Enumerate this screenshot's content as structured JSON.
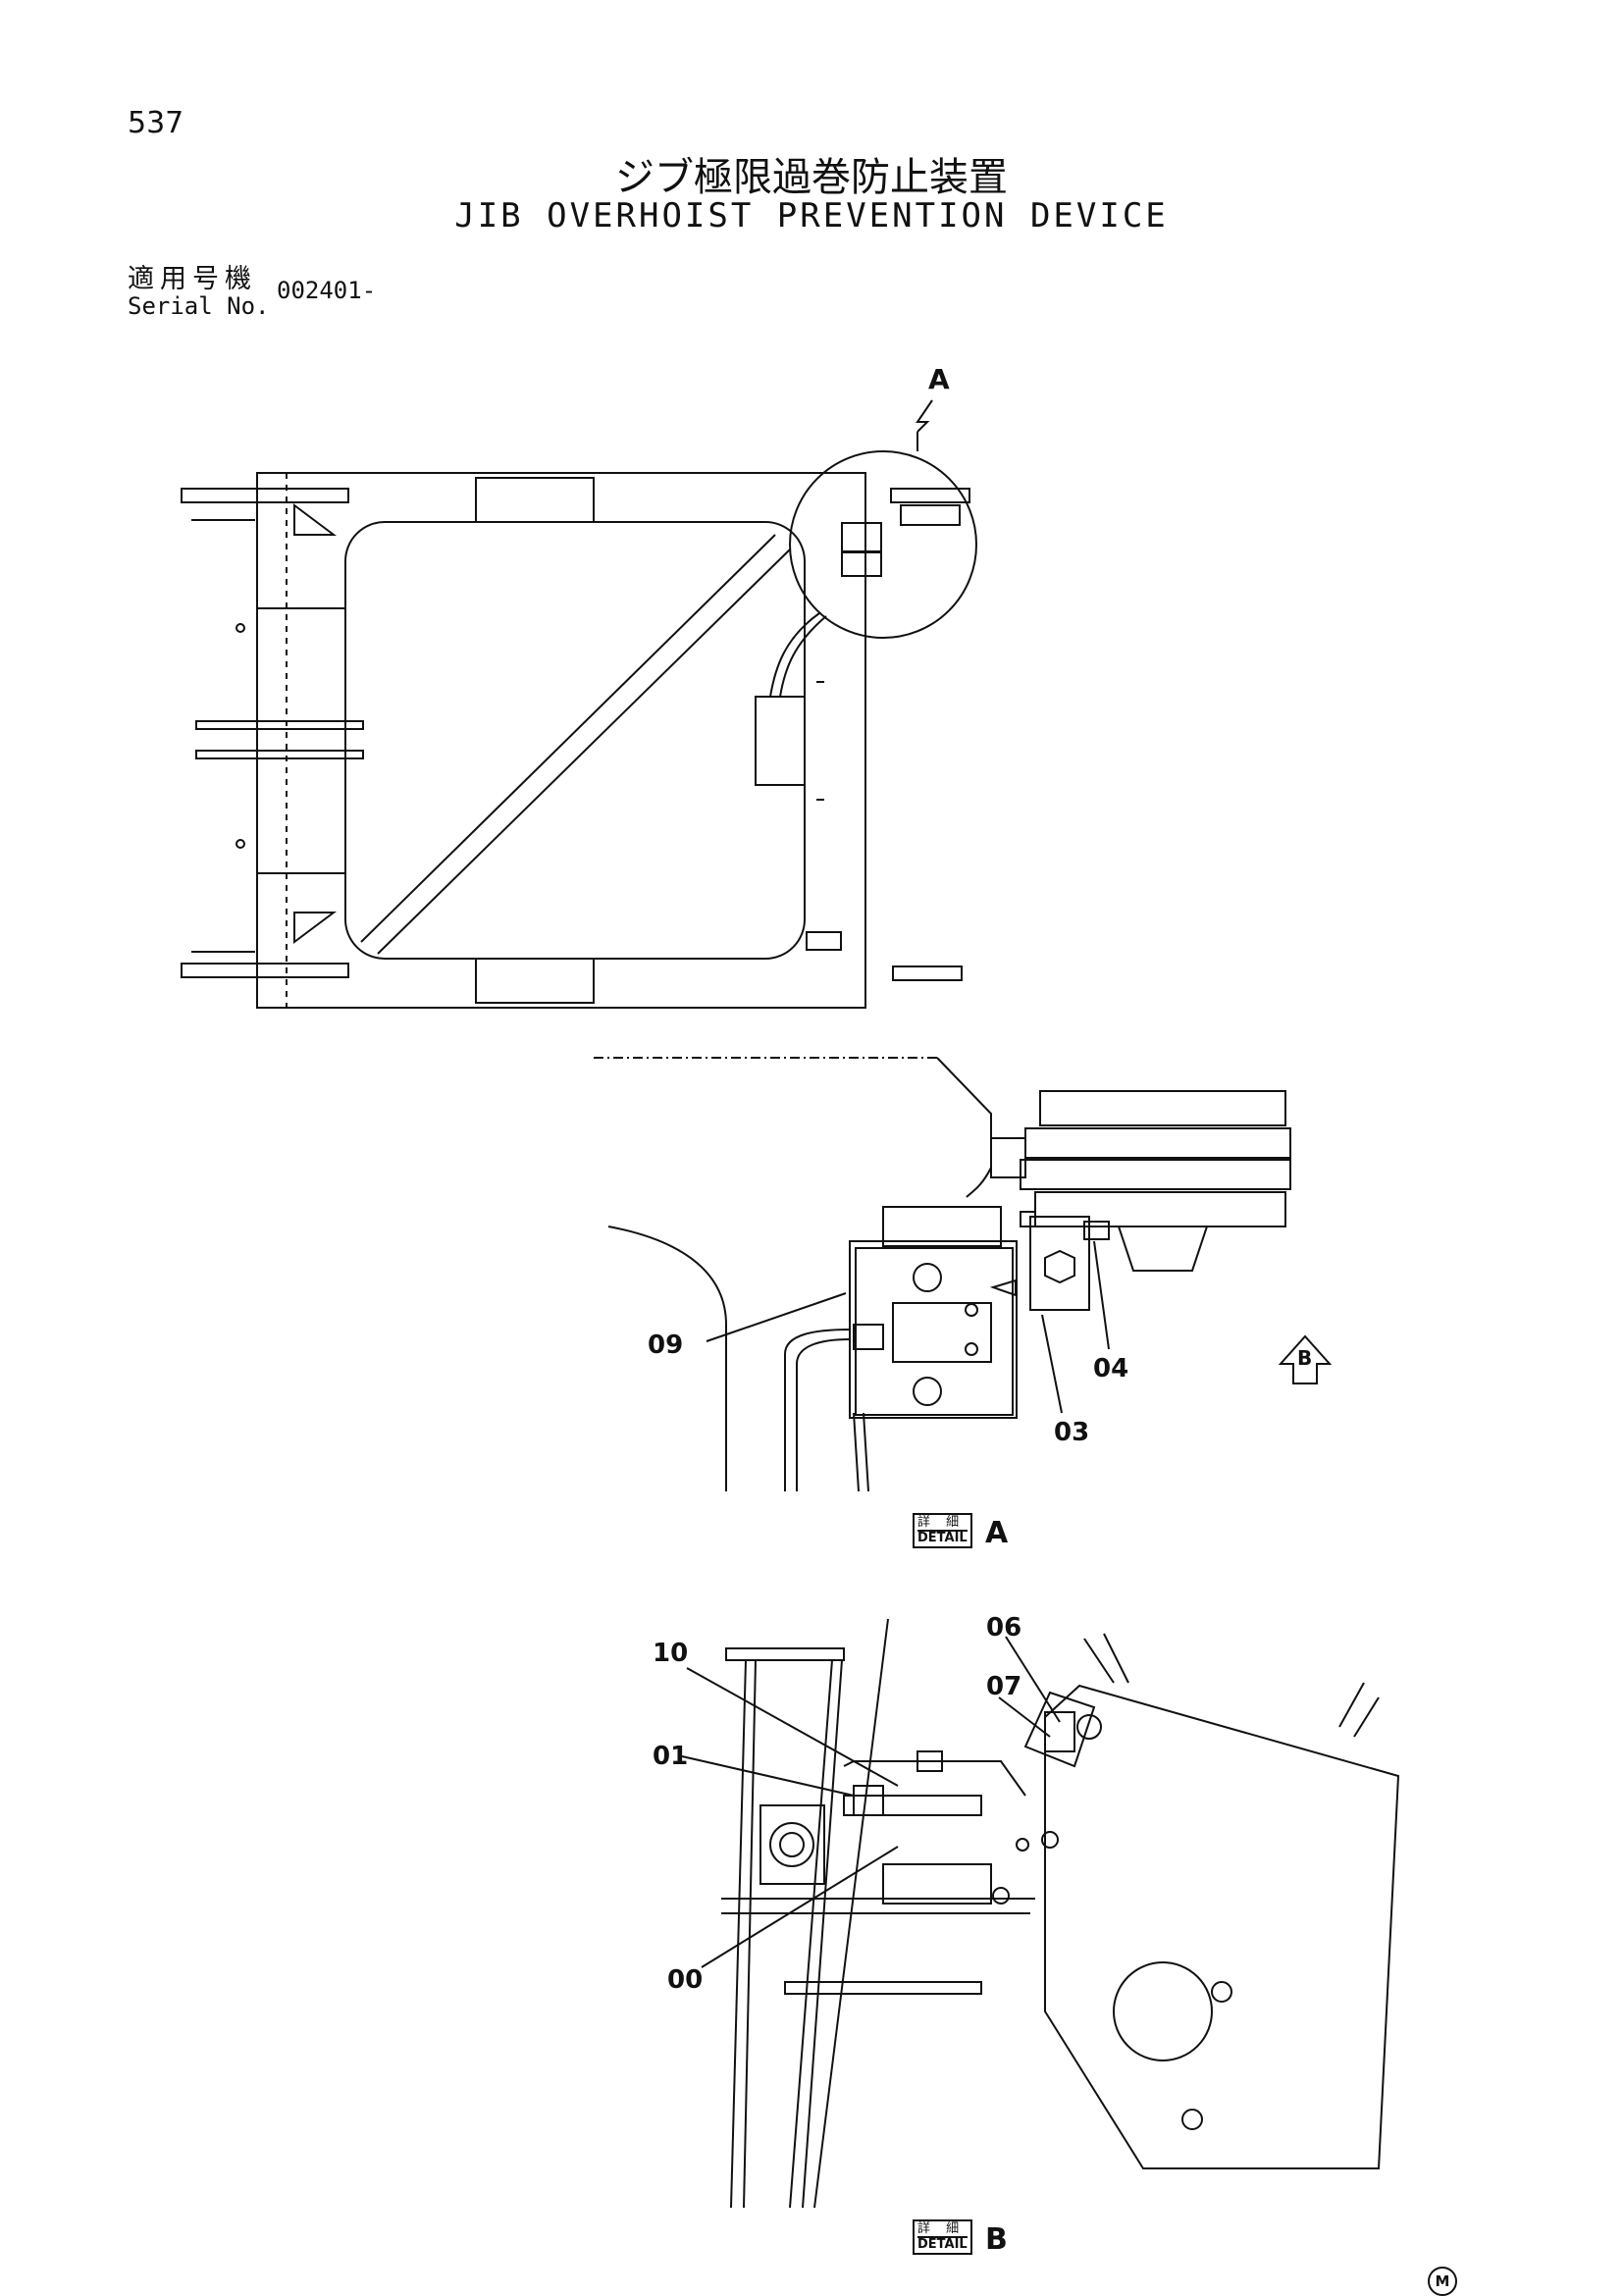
{
  "page_number": "537",
  "title_jp": "ジブ極限過巻防止装置",
  "title_en": "JIB OVERHOIST PREVENTION DEVICE",
  "serial": {
    "label_jp": "適用号機",
    "label_en": "Serial No.",
    "value": "002401-"
  },
  "view_marker": "A",
  "detail_a": {
    "label_jp": "詳 細",
    "label_en": "DETAIL",
    "letter": "A",
    "arrow_letter": "B",
    "callouts": [
      "09",
      "03",
      "04"
    ]
  },
  "detail_b": {
    "label_jp": "詳 細",
    "label_en": "DETAIL",
    "letter": "B",
    "callouts": [
      "10",
      "01",
      "00",
      "06",
      "07"
    ]
  },
  "corner_mark": "M"
}
